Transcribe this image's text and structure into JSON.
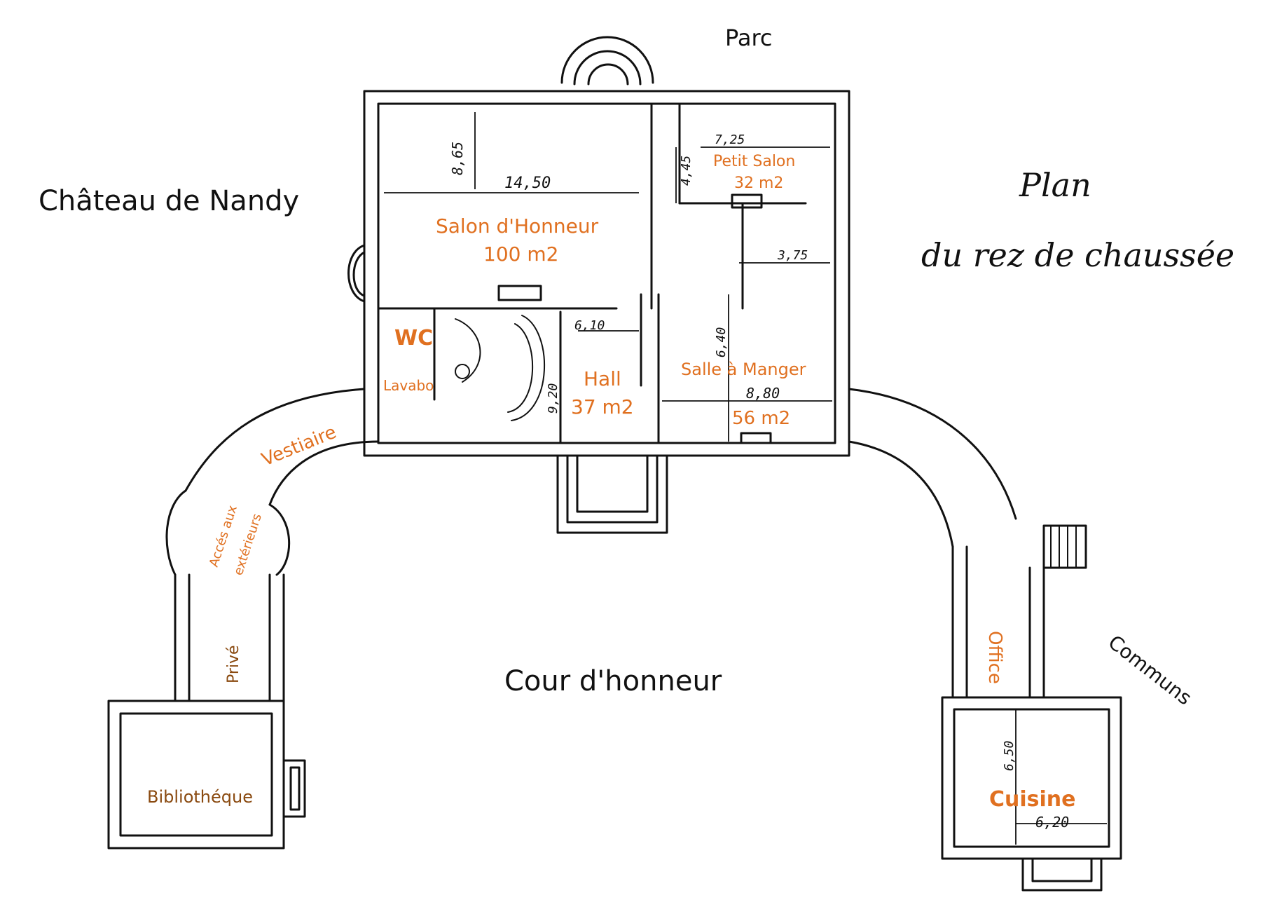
{
  "title": "Château de Nandy",
  "plan_title": {
    "line1": "Plan",
    "line2": "du rez de chaussée"
  },
  "surroundings": {
    "north": "Parc",
    "courtyard": "Cour d'honneur",
    "outbuildings": "Communs"
  },
  "rooms": {
    "salon_honneur": {
      "name": "Salon d'Honneur",
      "area": "100 m2"
    },
    "petit_salon": {
      "name": "Petit Salon",
      "area": "32 m2"
    },
    "wc": {
      "name": "WC"
    },
    "lavabo": {
      "name": "Lavabo"
    },
    "hall": {
      "name": "Hall",
      "area": "37 m2"
    },
    "salle_a_manger": {
      "name": "Salle à Manger",
      "area": "56 m2"
    },
    "vestiaire": {
      "name": "Vestiaire"
    },
    "acces_exterieurs": {
      "line1": "Accés aux",
      "line2": "extérieurs"
    },
    "prive": {
      "name": "Privé"
    },
    "bibliotheque": {
      "name": "Bibliothéque"
    },
    "office": {
      "name": "Office"
    },
    "cuisine": {
      "name": "Cuisine"
    }
  },
  "dimensions": {
    "salon_width": "14,50",
    "salon_depth": "8,65",
    "petit_salon_width": "7,25",
    "petit_salon_depth": "4,45",
    "dining_upper_width": "3,75",
    "hall_width": "6,10",
    "hall_depth": "9,20",
    "dining_depth": "6,40",
    "dining_width": "8,80",
    "cuisine_depth": "6,50",
    "cuisine_width": "6,20"
  },
  "colors": {
    "room_label": "#e07020",
    "wing_label": "#8a4a10",
    "walls": "#111111"
  }
}
